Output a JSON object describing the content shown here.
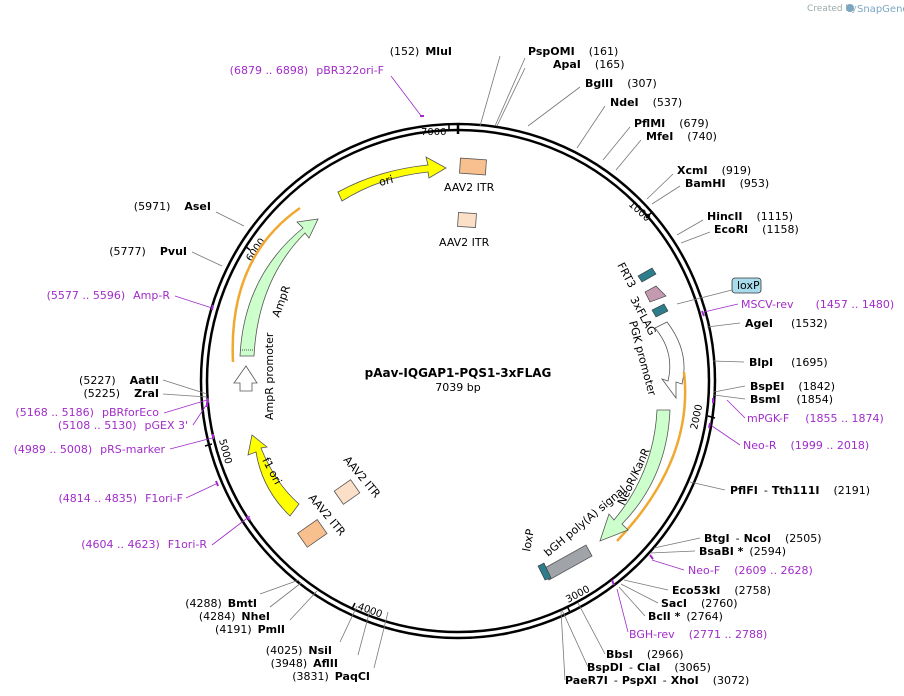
{
  "header": {
    "created_by": "Created by",
    "brand": "SnapGene"
  },
  "plasmid": {
    "name": "pAav-IQGAP1-PQS1-3xFLAG",
    "length": "7039 bp"
  },
  "ticks": [
    "1000",
    "2000",
    "3000",
    "4000",
    "5000",
    "6000",
    "7000"
  ],
  "enzymes": [
    {
      "name": "MluI",
      "pos": "(152)"
    },
    {
      "name": "PspOMI",
      "pos": "(161)"
    },
    {
      "name": "ApaI",
      "pos": "(165)"
    },
    {
      "name": "BglII",
      "pos": "(307)"
    },
    {
      "name": "NdeI",
      "pos": "(537)"
    },
    {
      "name": "PflMI",
      "pos": "(679)"
    },
    {
      "name": "MfeI",
      "pos": "(740)"
    },
    {
      "name": "XcmI",
      "pos": "(919)"
    },
    {
      "name": "BamHI",
      "pos": "(953)"
    },
    {
      "name": "HincII",
      "pos": "(1115)"
    },
    {
      "name": "EcoRI",
      "pos": "(1158)"
    },
    {
      "name": "AgeI",
      "pos": "(1532)"
    },
    {
      "name": "BlpI",
      "pos": "(1695)"
    },
    {
      "name": "BspEI",
      "pos": "(1842)"
    },
    {
      "name": "BsmI",
      "pos": "(1854)"
    },
    {
      "name": "PflFI",
      "name2": "Tth111I",
      "pos": "(2191)"
    },
    {
      "name": "BtgI",
      "name2": "NcoI",
      "pos": "(2505)"
    },
    {
      "name": "BsaBI *",
      "pos": "(2594)"
    },
    {
      "name": "Eco53kI",
      "pos": "(2758)"
    },
    {
      "name": "SacI",
      "pos": "(2760)"
    },
    {
      "name": "BclI *",
      "pos": "(2764)"
    },
    {
      "name": "BbsI",
      "pos": "(2966)"
    },
    {
      "name": "BspDI",
      "name2": "ClaI",
      "pos": "(3065)"
    },
    {
      "name": "PaeR7I",
      "name2": "PspXI",
      "name3": "XhoI",
      "pos": "(3072)"
    },
    {
      "name": "PaqCI",
      "pos": "(3831)"
    },
    {
      "name": "AflII",
      "pos": "(3948)"
    },
    {
      "name": "NsiI",
      "pos": "(4025)"
    },
    {
      "name": "PmlI",
      "pos": "(4191)"
    },
    {
      "name": "NheI",
      "pos": "(4284)"
    },
    {
      "name": "BmtI",
      "pos": "(4288)"
    },
    {
      "name": "ZraI",
      "pos": "(5225)"
    },
    {
      "name": "AatII",
      "pos": "(5227)"
    },
    {
      "name": "PvuI",
      "pos": "(5777)"
    },
    {
      "name": "AseI",
      "pos": "(5971)"
    }
  ],
  "primers": [
    {
      "name": "pBR322ori-F",
      "range": "(6879 .. 6898)"
    },
    {
      "name": "MSCV-rev",
      "range": "(1457 .. 1480)"
    },
    {
      "name": "mPGK-F",
      "range": "(1855 .. 1874)"
    },
    {
      "name": "Neo-R",
      "range": "(1999 .. 2018)"
    },
    {
      "name": "Neo-F",
      "range": "(2609 .. 2628)"
    },
    {
      "name": "BGH-rev",
      "range": "(2771 .. 2788)"
    },
    {
      "name": "Amp-R",
      "range": "(5577 .. 5596)"
    },
    {
      "name": "pBRforEco",
      "range": "(5168 .. 5186)"
    },
    {
      "name": "pGEX 3'",
      "range": "(5108 .. 5130)"
    },
    {
      "name": "pRS-marker",
      "range": "(4989 .. 5008)"
    },
    {
      "name": "F1ori-F",
      "range": "(4814 .. 4835)"
    },
    {
      "name": "F1ori-R",
      "range": "(4604 .. 4623)"
    }
  ],
  "features": {
    "ori": "ori",
    "itr_top": "AAV2 ITR",
    "itr_top2": "AAV2 ITR",
    "itr_bottom": "AAV2 ITR",
    "itr_bottom2": "AAV2 ITR",
    "frt3": "FRT3",
    "loxp_top": "loxP",
    "flag": "3xFLAG",
    "pgk": "PGK promoter",
    "neo": "NeoR/KanR",
    "bgh": "bGH poly(A) signal",
    "loxp_bottom": "loxP",
    "f1ori": "f1 ori",
    "ampr": "AmpR",
    "ampr_promoter": "AmpR promoter"
  },
  "colors": {
    "primer": "#a12cc9",
    "ori": "#ffff00",
    "itr": "#f9c08f",
    "ampr": "#ccffcc",
    "orf_highlight": "#f0a830",
    "loxp": "#a8dcec",
    "bgh": "#a0a4a8",
    "frt": "#2e7d8c"
  }
}
